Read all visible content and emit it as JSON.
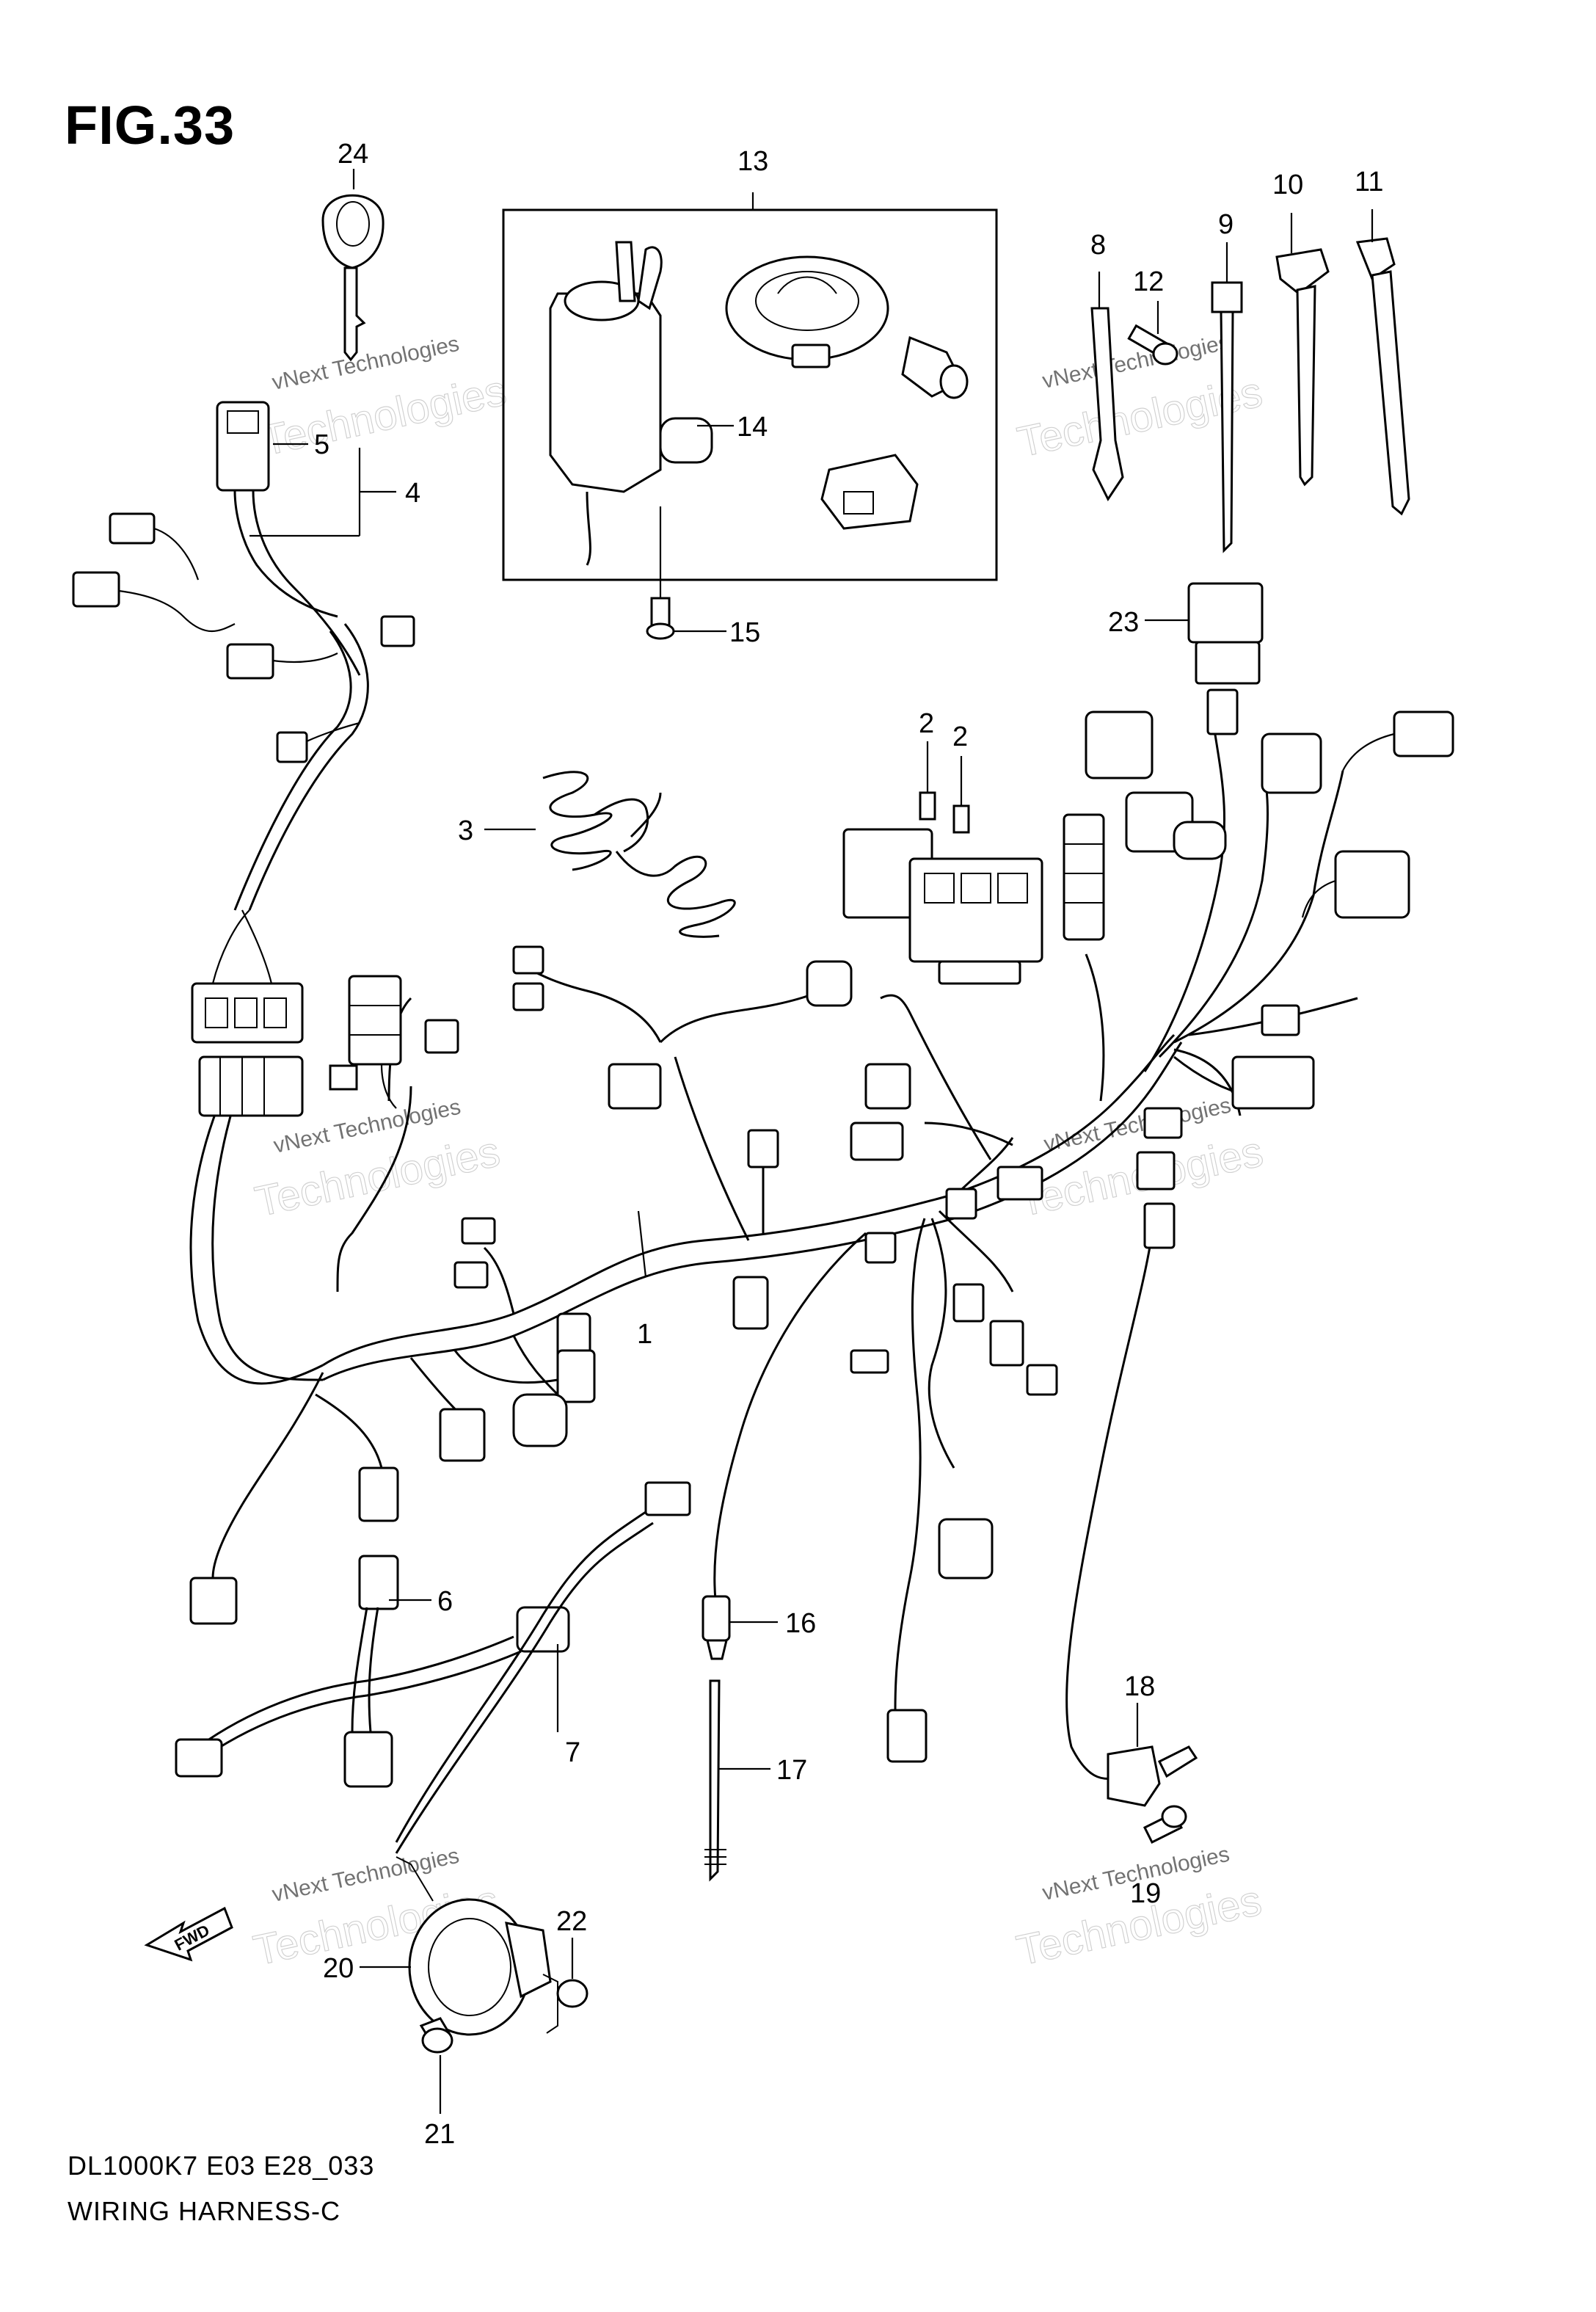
{
  "figure_label": "FIG.33",
  "footer": {
    "model_code": "DL1000K7 E03 E28_033",
    "title": "WIRING HARNESS-C"
  },
  "fwd_label": "FWD",
  "watermark": {
    "line1": "vNext Technologies",
    "line2": "Technologies"
  },
  "callouts": {
    "c1": "1",
    "c2a": "2",
    "c2b": "2",
    "c3": "3",
    "c4": "4",
    "c5": "5",
    "c6": "6",
    "c7": "7",
    "c8": "8",
    "c9": "9",
    "c10": "10",
    "c11": "11",
    "c12": "12",
    "c13": "13",
    "c14": "14",
    "c15": "15",
    "c16": "16",
    "c17": "17",
    "c18": "18",
    "c19": "19",
    "c20": "20",
    "c21": "21",
    "c22": "22",
    "c23": "23",
    "c24": "24"
  }
}
